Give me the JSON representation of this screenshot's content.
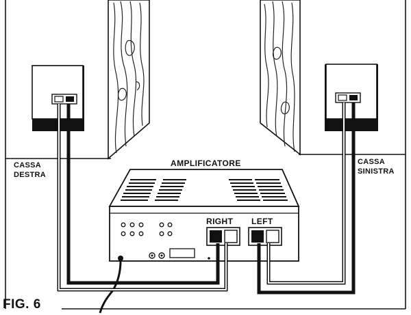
{
  "labels": {
    "amplifier": "AMPLIFICATORE",
    "right_speaker_line1": "CASSA",
    "right_speaker_line2": "DESTRA",
    "left_speaker_line1": "CASSA",
    "left_speaker_line2": "SINISTRA",
    "right_terminal": "RIGHT",
    "left_terminal": "LEFT",
    "figure": "FIG. 6"
  },
  "colors": {
    "ink": "#111111",
    "paper": "#ffffff",
    "terminal_red": "#111111",
    "terminal_black": "#ffffff"
  }
}
